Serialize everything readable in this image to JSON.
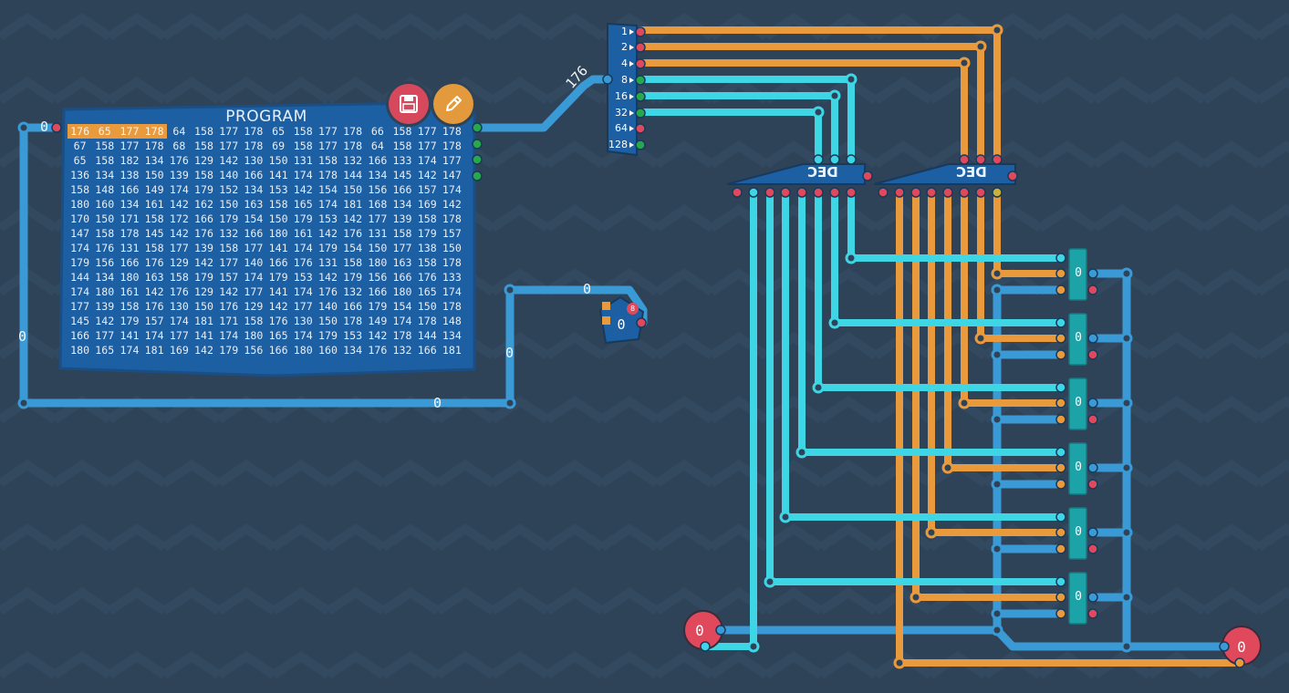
{
  "program": {
    "title": "PROGRAM",
    "rows": [
      [
        "176",
        "65",
        "177",
        "178",
        "64",
        "158",
        "177",
        "178",
        "65",
        "158",
        "177",
        "178",
        "66",
        "158",
        "177",
        "178"
      ],
      [
        "67",
        "158",
        "177",
        "178",
        "68",
        "158",
        "177",
        "178",
        "69",
        "158",
        "177",
        "178",
        "64",
        "158",
        "177",
        "178"
      ],
      [
        "65",
        "158",
        "182",
        "134",
        "176",
        "129",
        "142",
        "130",
        "150",
        "131",
        "158",
        "132",
        "166",
        "133",
        "174",
        "177"
      ],
      [
        "136",
        "134",
        "138",
        "150",
        "139",
        "158",
        "140",
        "166",
        "141",
        "174",
        "178",
        "144",
        "134",
        "145",
        "142",
        "147"
      ],
      [
        "158",
        "148",
        "166",
        "149",
        "174",
        "179",
        "152",
        "134",
        "153",
        "142",
        "154",
        "150",
        "156",
        "166",
        "157",
        "174"
      ],
      [
        "180",
        "160",
        "134",
        "161",
        "142",
        "162",
        "150",
        "163",
        "158",
        "165",
        "174",
        "181",
        "168",
        "134",
        "169",
        "142"
      ],
      [
        "170",
        "150",
        "171",
        "158",
        "172",
        "166",
        "179",
        "154",
        "150",
        "179",
        "153",
        "142",
        "177",
        "139",
        "158",
        "178"
      ],
      [
        "147",
        "158",
        "178",
        "145",
        "142",
        "176",
        "132",
        "166",
        "180",
        "161",
        "142",
        "176",
        "131",
        "158",
        "179",
        "157"
      ],
      [
        "174",
        "176",
        "131",
        "158",
        "177",
        "139",
        "158",
        "177",
        "141",
        "174",
        "179",
        "154",
        "150",
        "177",
        "138",
        "150"
      ],
      [
        "179",
        "156",
        "166",
        "176",
        "129",
        "142",
        "177",
        "140",
        "166",
        "176",
        "131",
        "158",
        "180",
        "163",
        "158",
        "178"
      ],
      [
        "144",
        "134",
        "180",
        "163",
        "158",
        "179",
        "157",
        "174",
        "179",
        "153",
        "142",
        "179",
        "156",
        "166",
        "176",
        "133"
      ],
      [
        "174",
        "180",
        "161",
        "142",
        "176",
        "129",
        "142",
        "177",
        "141",
        "174",
        "176",
        "132",
        "166",
        "180",
        "165",
        "174"
      ],
      [
        "177",
        "139",
        "158",
        "176",
        "130",
        "150",
        "176",
        "129",
        "142",
        "177",
        "140",
        "166",
        "179",
        "154",
        "150",
        "178"
      ],
      [
        "145",
        "142",
        "179",
        "157",
        "174",
        "181",
        "171",
        "158",
        "176",
        "130",
        "150",
        "178",
        "149",
        "174",
        "178",
        "148"
      ],
      [
        "166",
        "177",
        "141",
        "174",
        "177",
        "141",
        "174",
        "180",
        "165",
        "174",
        "179",
        "153",
        "142",
        "178",
        "144",
        "134"
      ],
      [
        "180",
        "165",
        "174",
        "181",
        "169",
        "142",
        "179",
        "156",
        "166",
        "180",
        "160",
        "134",
        "176",
        "132",
        "166",
        "181"
      ]
    ],
    "highlighted": [
      0,
      1,
      2,
      3
    ]
  },
  "toolbar": {
    "save_icon": "save-icon",
    "edit_icon": "pencil-icon"
  },
  "wire_labels": {
    "program_in": "0",
    "left_wire": "0",
    "bottom_wire": "0",
    "mid_wire": "0",
    "top_wire": "0",
    "program_out": "176"
  },
  "counter": {
    "value": "0",
    "badge": "8"
  },
  "splitter": {
    "bits": [
      "1",
      "2",
      "4",
      "8",
      "16",
      "32",
      "64",
      "128"
    ]
  },
  "decoders": [
    {
      "label": "DEC"
    },
    {
      "label": "DEC"
    }
  ],
  "registers": [
    "0",
    "0",
    "0",
    "0",
    "0",
    "0"
  ],
  "input_node": {
    "value": "0"
  },
  "output_node": {
    "value": "0"
  },
  "colors": {
    "background": "#2e4358",
    "wire_blue": "#3a9ad6",
    "wire_cyan": "#3ed5e4",
    "wire_orange": "#e89a3c",
    "pin_red": "#e0485c",
    "pin_green": "#27a84c",
    "component_teal": "#1ca3a8",
    "component_navy": "#1d5fa3"
  }
}
